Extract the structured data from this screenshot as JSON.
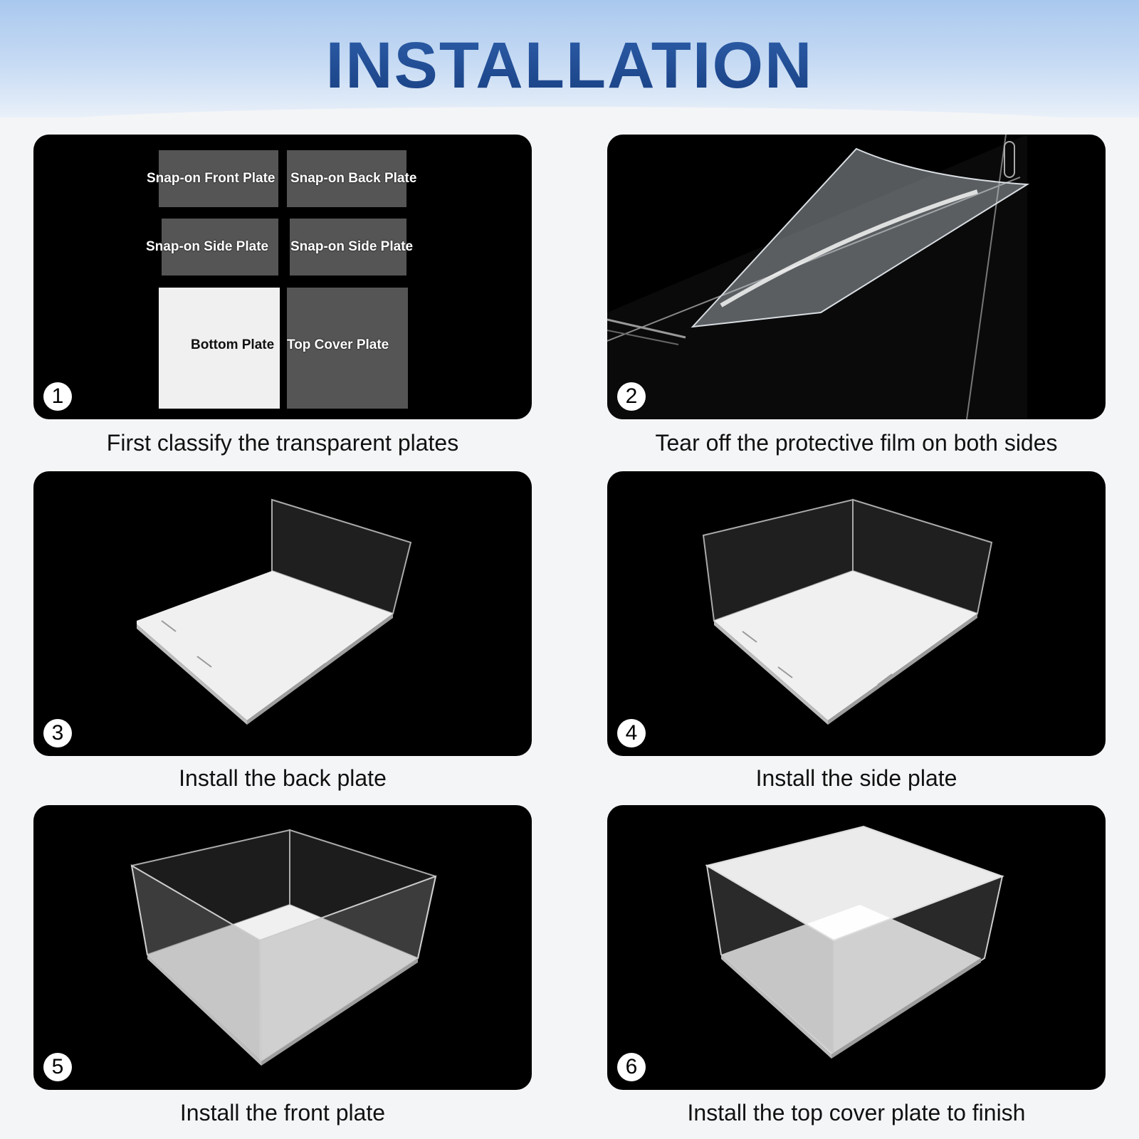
{
  "header": {
    "title": "INSTALLATION"
  },
  "steps": [
    {
      "number": "1",
      "caption": "First classify the transparent plates"
    },
    {
      "number": "2",
      "caption": "Tear off the protective film on both sides"
    },
    {
      "number": "3",
      "caption": "Install the back plate"
    },
    {
      "number": "4",
      "caption": "Install the side plate"
    },
    {
      "number": "5",
      "caption": "Install the front plate"
    },
    {
      "number": "6",
      "caption": "Install the top cover plate to finish"
    }
  ],
  "plates": {
    "front": "Snap-on Front Plate",
    "back": "Snap-on Back Plate",
    "side_left": "Snap-on Side Plate",
    "side_right": "Snap-on Side Plate",
    "bottom": "Bottom Plate",
    "top": "Top Cover Plate"
  }
}
